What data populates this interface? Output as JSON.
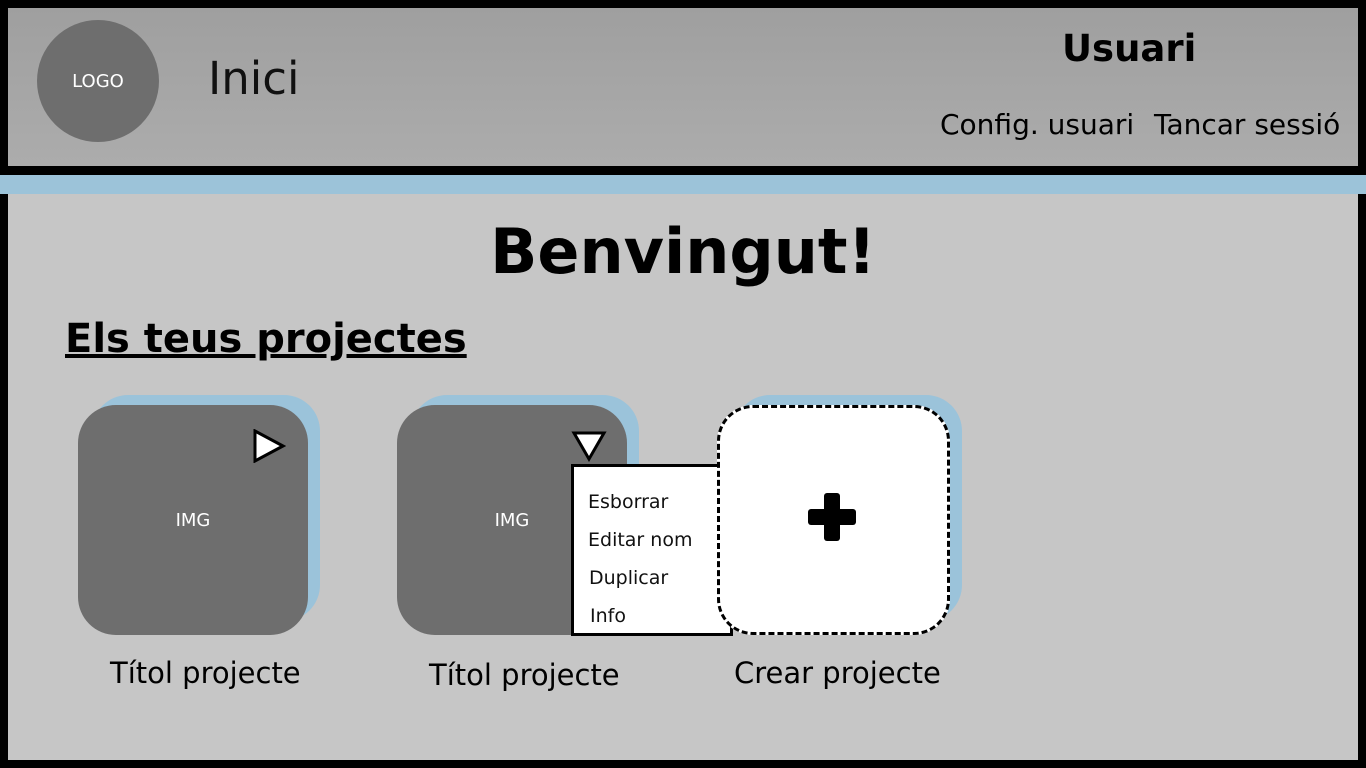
{
  "header": {
    "logo_text": "LOGO",
    "home_link": "Inici",
    "user_title": "Usuari",
    "user_config": "Config. usuari",
    "logout": "Tancar sessió"
  },
  "main": {
    "welcome": "Benvingut!",
    "section_title": "Els teus projectes",
    "projects": [
      {
        "image_label": "IMG",
        "title": "Títol projecte",
        "action_icon": "play-icon"
      },
      {
        "image_label": "IMG",
        "title": "Títol projecte",
        "action_icon": "dropdown-triangle-icon"
      }
    ],
    "project_menu": [
      "Esborrar",
      "Editar nom",
      "Duplicar",
      "Info"
    ],
    "create_project": {
      "label": "Crear projecte",
      "icon": "plus-icon"
    }
  },
  "colors": {
    "frame": "#000000",
    "header_bg": "#a5a5a5",
    "accent": "#9cc3d9",
    "main_bg": "#c6c6c6",
    "card": "#6e6e6e"
  }
}
